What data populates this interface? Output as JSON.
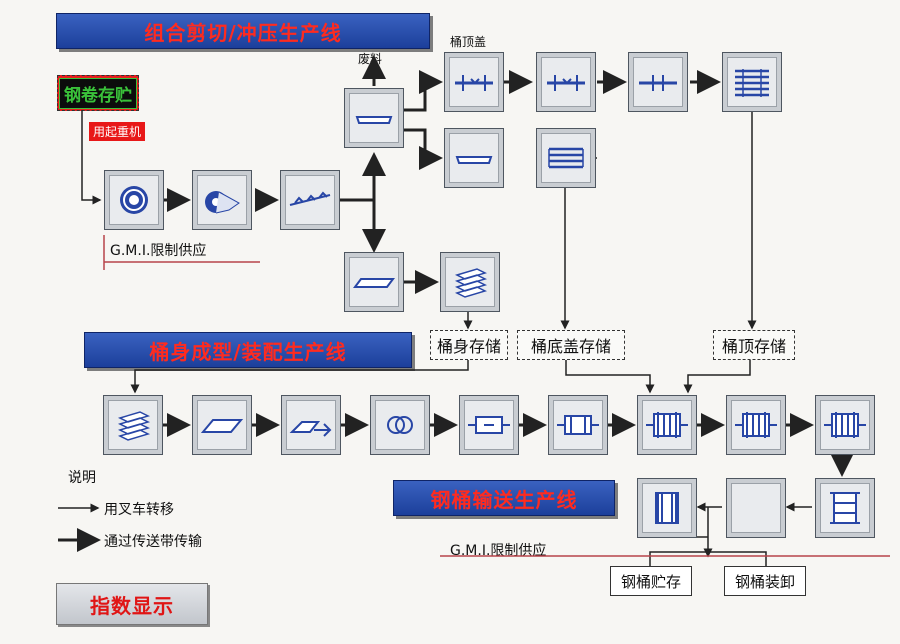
{
  "banners": {
    "cut_line": "组合剪切/冲压生产线",
    "body_line": "桶身成型/装配生产线",
    "convey_line": "钢桶输送生产线",
    "indicator": "指数显示"
  },
  "labels": {
    "coil_storage": "钢卷存贮",
    "crane": "用起重机",
    "scrap": "废料",
    "top_cover": "桶顶盖",
    "gmi_top": "G.M.I.限制供应",
    "gmi_bottom": "G.M.I.限制供应",
    "body_storage": "桶身存储",
    "bottom_storage": "桶底盖存储",
    "top_storage": "桶顶存储",
    "drum_storage": "钢桶贮存",
    "drum_unload": "钢桶装卸"
  },
  "legend": {
    "title": "说明",
    "forklift": "用叉车转移",
    "conveyor": "通过传送带传输"
  },
  "colors": {
    "banner_text": "#ff2b1f",
    "banner_bg": "#1c3f9b",
    "coil_text": "#2bb52b",
    "crane_bg": "#e81818",
    "gmi_line": "#b7434b",
    "icon_blue": "#2846a6"
  }
}
